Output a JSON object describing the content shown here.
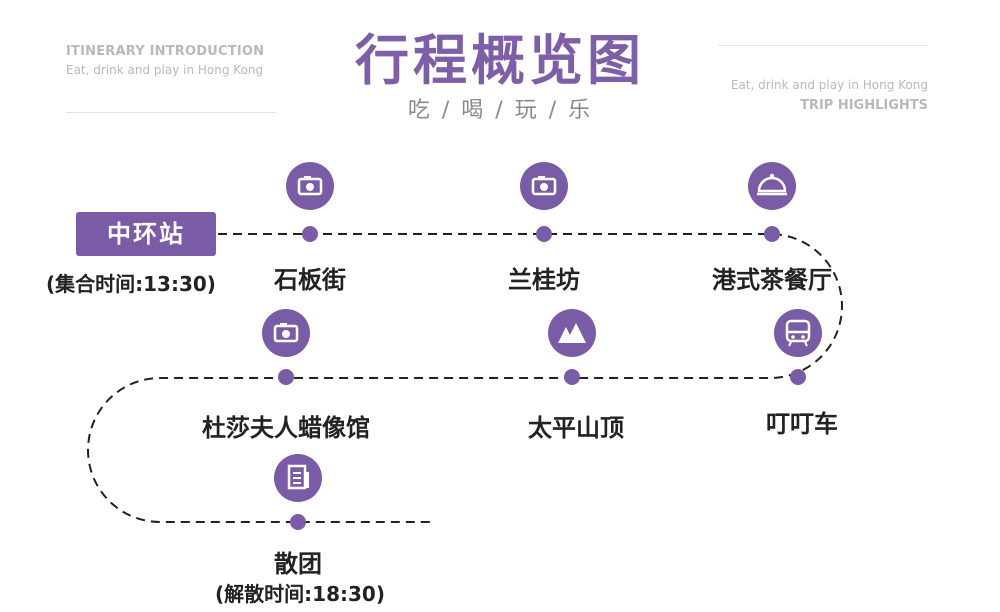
{
  "header": {
    "left_title": "ITINERARY INTRODUCTION",
    "left_subtitle": "Eat, drink and play in Hong Kong",
    "right_subtitle": "Eat, drink and play in Hong Kong",
    "right_title": "TRIP HIGHLIGHTS",
    "main_title": "行程概览图",
    "tagline": [
      "吃",
      "喝",
      "玩",
      "乐"
    ]
  },
  "start": {
    "label": "中环站",
    "note": "(集合时间:13:30)"
  },
  "stops": [
    {
      "name": "石板街",
      "icon": "camera-icon"
    },
    {
      "name": "兰桂坊",
      "icon": "camera-icon"
    },
    {
      "name": "港式茶餐厅",
      "icon": "dining-cloche-icon"
    },
    {
      "name": "叮叮车",
      "icon": "tram-icon"
    },
    {
      "name": "太平山顶",
      "icon": "mountain-icon"
    },
    {
      "name": "杜莎夫人蜡像馆",
      "icon": "camera-icon"
    },
    {
      "name": "散团",
      "icon": "document-icon"
    }
  ],
  "end": {
    "note": "(解散时间:18:30)"
  },
  "colors": {
    "accent": "#7a5ca6",
    "title": "#7e5ea7",
    "muted": "#b9b9b9",
    "line": "#222222"
  }
}
